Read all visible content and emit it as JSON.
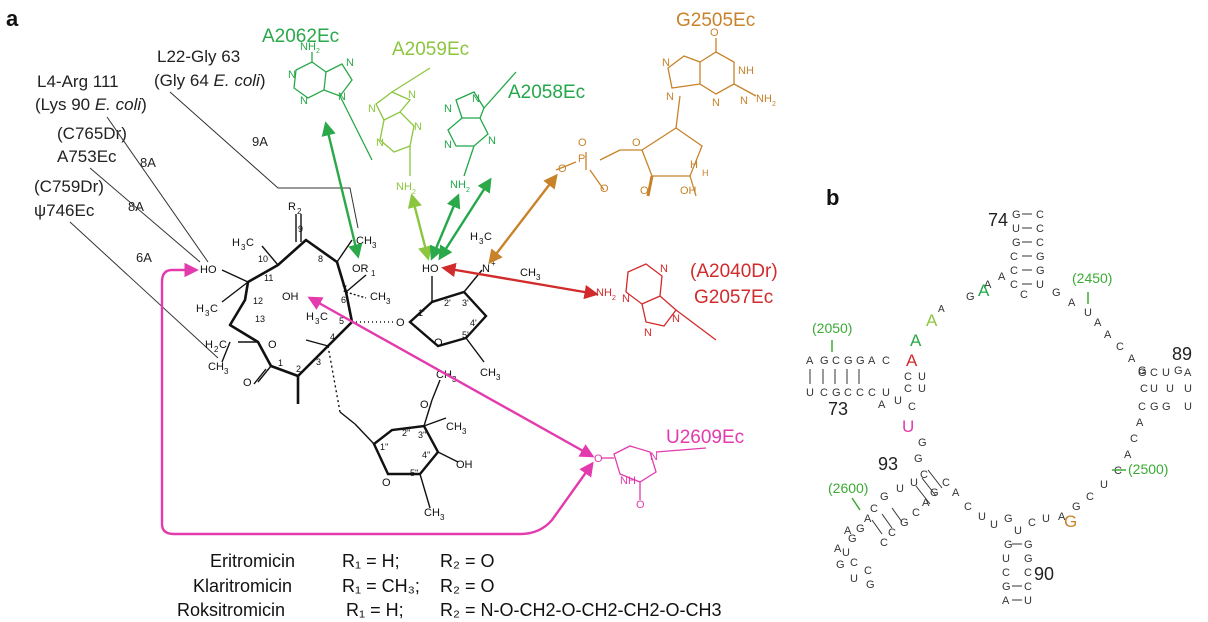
{
  "panels": {
    "a": "a",
    "b": "b"
  },
  "colors": {
    "a2062": "#2aa84a",
    "a2059": "#8cc63f",
    "a2058": "#22a84a",
    "g2505": "#c8822a",
    "g2057": "#d22b2b",
    "u2609": "#e33aad",
    "dark": "#222222",
    "rna_numbers_green": "#3aaa35"
  },
  "residues": {
    "a2062": "A2062Ec",
    "a2059": "A2059Ec",
    "a2058": "A2058Ec",
    "g2505": "G2505Ec",
    "a2040dr": "(A2040Dr)",
    "g2057": "G2057Ec",
    "u2609": "U2609Ec"
  },
  "proteins": {
    "l22_line1": "L22-Gly 63",
    "l22_line2_pre": "(Gly 64 ",
    "l22_line2_italic": "E. coli",
    "l22_line2_post": ")",
    "l4_line1": "L4-Arg 111",
    "l4_line2_pre": "(Lys 90 ",
    "l4_line2_italic": "E. coli",
    "l4_line2_post": ")",
    "c765_line1": "(C765Dr)",
    "c765_line2": "A753Ec",
    "c759_line1": "(C759Dr)",
    "c759_line2": "ψ746Ec"
  },
  "distances": {
    "d9a": "9A",
    "d8a_1": "8A",
    "d8a_2": "8A",
    "d6a": "6A"
  },
  "legend": [
    {
      "name": "Eritromicin",
      "r1": "R₁ = H;",
      "r2": "R₂ = O"
    },
    {
      "name": "Klaritromicin",
      "r1": "R₁ = CH₃;",
      "r2": "R₂ = O"
    },
    {
      "name": "Roksitromicin",
      "r1": "R₁ = H;",
      "r2": "R₂ = N-O-CH2-O-CH2-CH2-O-CH3"
    }
  ],
  "rna_labels": {
    "n74": "74",
    "n73": "73",
    "n89": "89",
    "n93": "93",
    "n90": "90",
    "n2450": "(2450)",
    "n2050": "(2050)",
    "n2600": "(2600)",
    "n2500": "(2500)"
  }
}
